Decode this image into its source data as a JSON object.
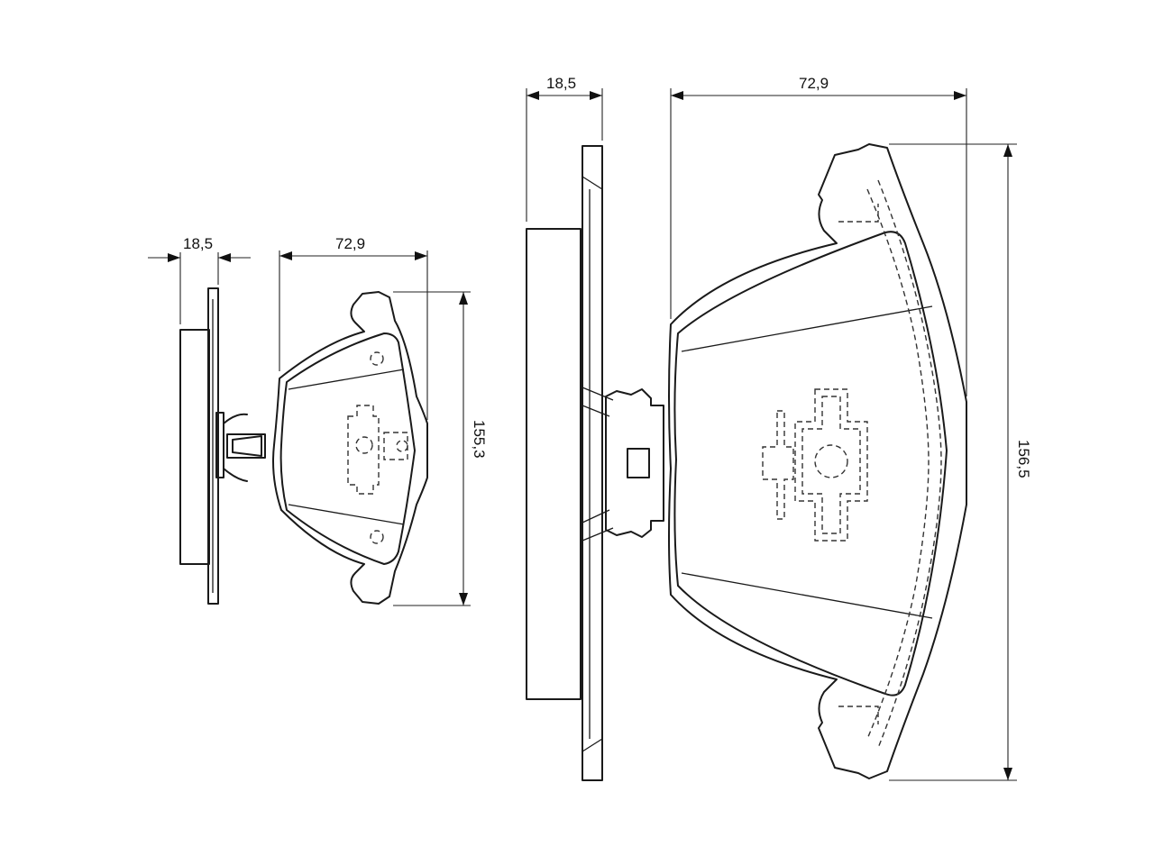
{
  "small_set": {
    "thickness_label": "18,5",
    "width_label": "72,9",
    "height_label": "155,3"
  },
  "large_set": {
    "thickness_label": "18,5",
    "width_label": "72,9",
    "height_label": "156,5"
  }
}
